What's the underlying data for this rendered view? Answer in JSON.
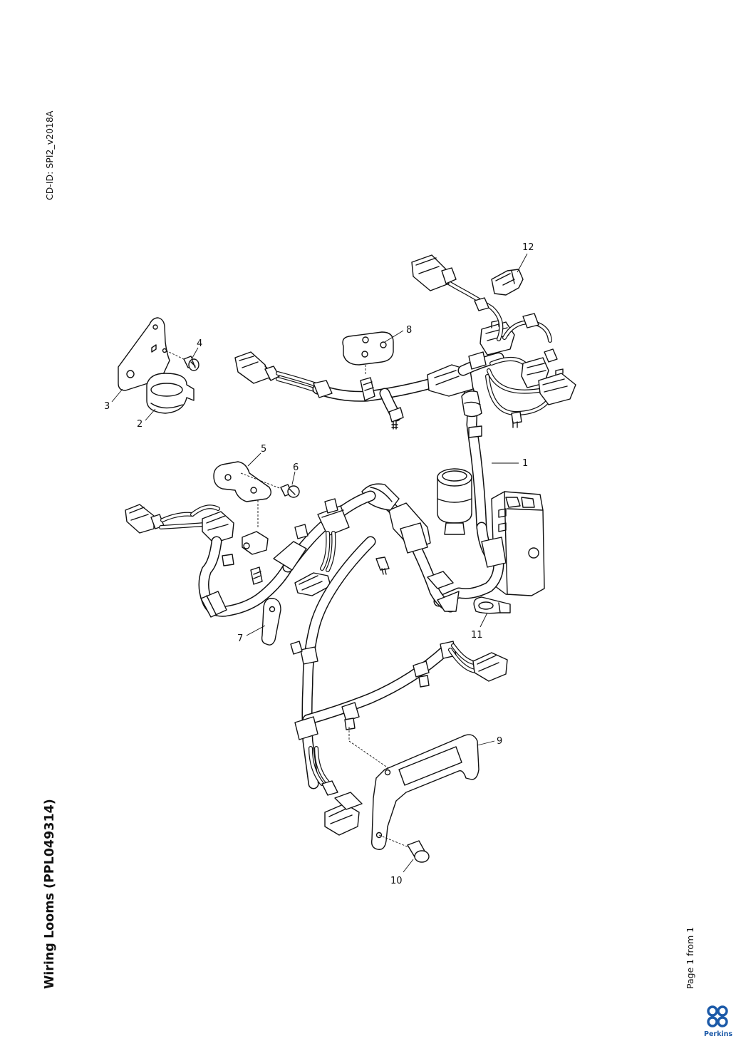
{
  "document": {
    "cd_id": "CD-ID: SPI2_v2018A",
    "title": "Wiring Looms (PPL049314)",
    "page_indicator": "Page 1 from 1"
  },
  "brand": {
    "name": "Perkins",
    "color": "#1c5aa8"
  },
  "diagram": {
    "callouts": [
      {
        "number": "1",
        "part": "wiring-loom-main"
      },
      {
        "number": "2",
        "part": "p-clip"
      },
      {
        "number": "3",
        "part": "bracket"
      },
      {
        "number": "4",
        "part": "screw"
      },
      {
        "number": "5",
        "part": "bracket"
      },
      {
        "number": "6",
        "part": "bolt"
      },
      {
        "number": "7",
        "part": "bracket"
      },
      {
        "number": "8",
        "part": "bracket"
      },
      {
        "number": "9",
        "part": "bracket"
      },
      {
        "number": "10",
        "part": "bolt"
      },
      {
        "number": "11",
        "part": "cable-tie-clip"
      },
      {
        "number": "12",
        "part": "connector-cover"
      }
    ]
  }
}
